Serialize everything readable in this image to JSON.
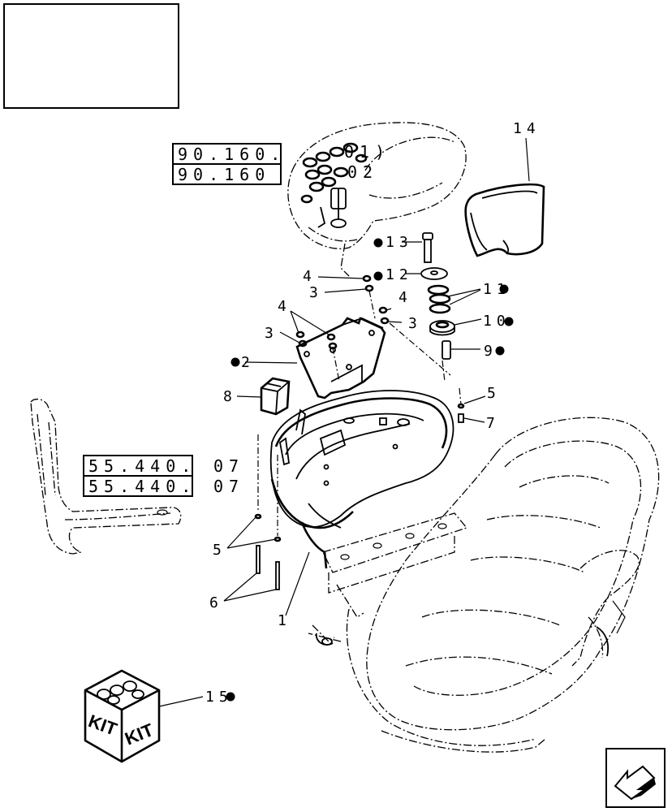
{
  "references": [
    {
      "code": "90.160.",
      "suffix": "01)"
    },
    {
      "code": "90.160",
      "suffix": "02"
    },
    {
      "code": "55.440.",
      "suffix": "07"
    },
    {
      "code": "55.440.",
      "suffix": "07"
    }
  ],
  "callouts": {
    "c1": "1",
    "c2": "2",
    "c3a": "3",
    "c3b": "3",
    "c3c": "3",
    "c4a": "4",
    "c4b": "4",
    "c4c": "4",
    "c5a": "5",
    "c5b": "5",
    "c6": "6",
    "c7": "7",
    "c8": "8",
    "c9": "9",
    "c10": "10",
    "c11": "11",
    "c12": "12",
    "c13": "13",
    "c14": "14",
    "c15": "15"
  },
  "kit": {
    "left": "KIT",
    "right": "KIT"
  },
  "colors": {
    "line": "#000000",
    "background": "#ffffff"
  },
  "icons": {
    "nav": "next-page-arrow-icon",
    "kit": "kit-box-icon"
  }
}
